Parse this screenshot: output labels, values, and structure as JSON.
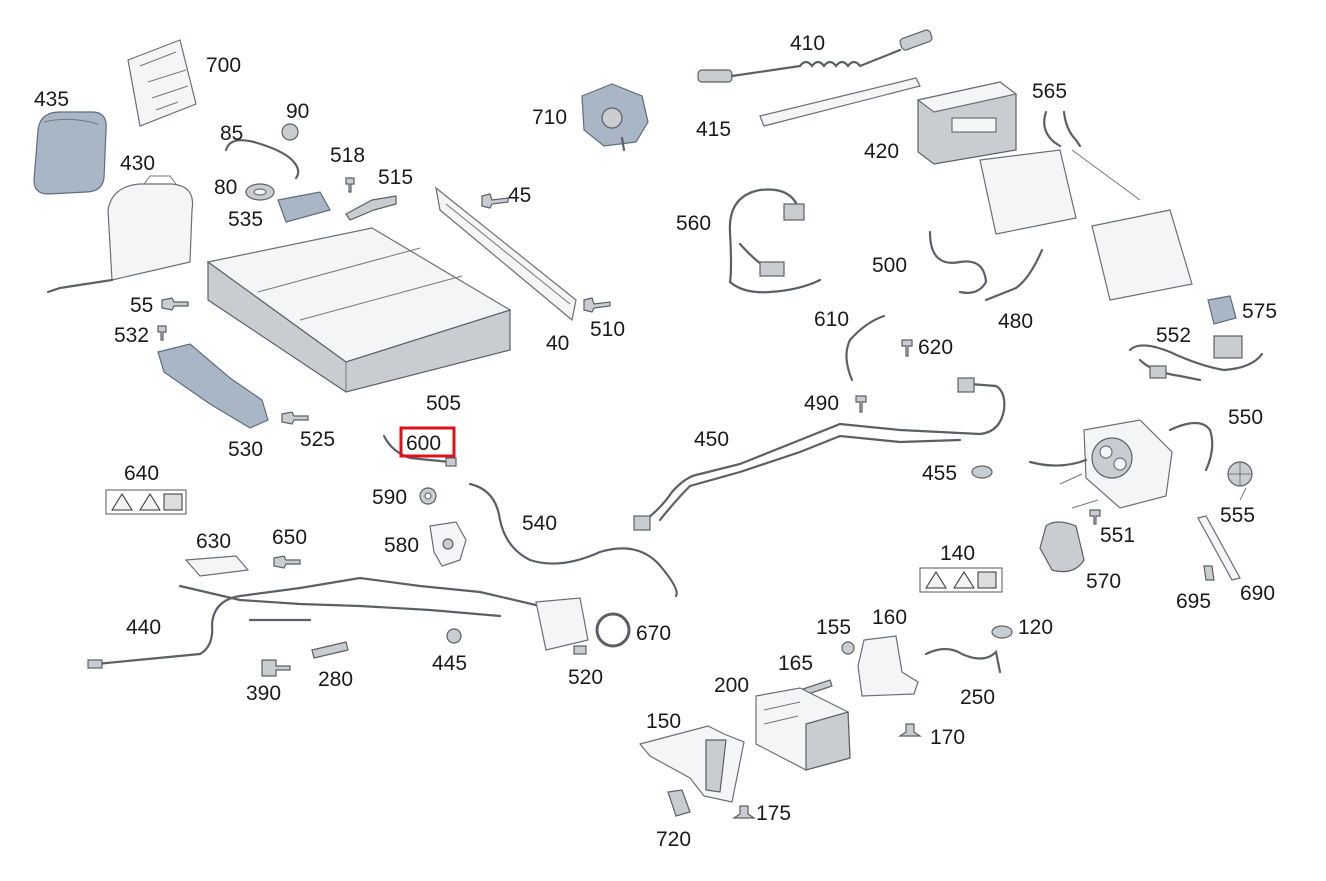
{
  "diagram": {
    "highlighted_part": "600",
    "highlight_color": "#e0101a",
    "labels": {
      "l435": "435",
      "l700": "700",
      "l85": "85",
      "l90": "90",
      "l430": "430",
      "l80": "80",
      "l518": "518",
      "l515": "515",
      "l535": "535",
      "l45": "45",
      "l55": "55",
      "l532": "532",
      "l510": "510",
      "l40": "40",
      "l505": "505",
      "l530": "530",
      "l525": "525",
      "l600": "600",
      "l640": "640",
      "l590": "590",
      "l540": "540",
      "l580": "580",
      "l630": "630",
      "l650": "650",
      "l440": "440",
      "l445": "445",
      "l670": "670",
      "l390": "390",
      "l280": "280",
      "l520": "520",
      "l710": "710",
      "l410": "410",
      "l415": "415",
      "l420": "420",
      "l565": "565",
      "l560": "560",
      "l500": "500",
      "l480": "480",
      "l575": "575",
      "l552": "552",
      "l610": "610",
      "l620": "620",
      "l490": "490",
      "l450": "450",
      "l455": "455",
      "l550": "550",
      "l555": "555",
      "l551": "551",
      "l570": "570",
      "l695": "695",
      "l690": "690",
      "l140": "140",
      "l155": "155",
      "l160": "160",
      "l120": "120",
      "l165": "165",
      "l250": "250",
      "l200": "200",
      "l150": "150",
      "l170": "170",
      "l175": "175",
      "l720": "720"
    }
  }
}
